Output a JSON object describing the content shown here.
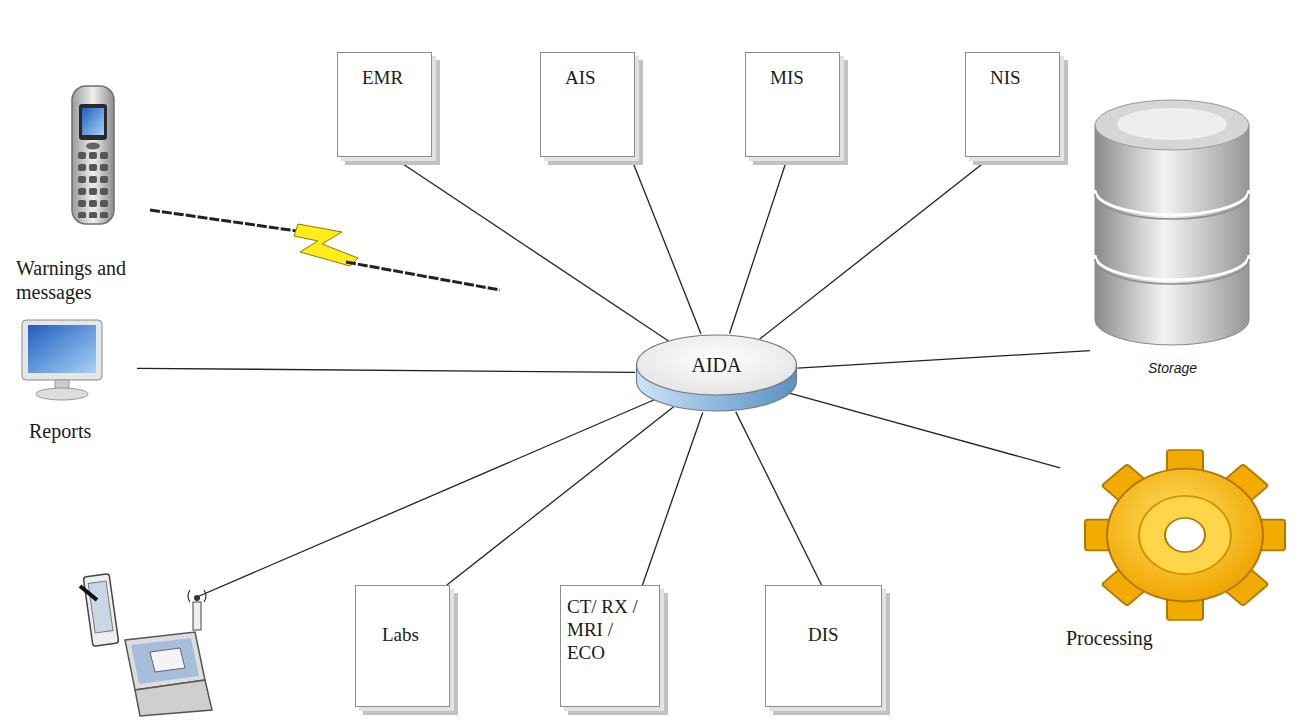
{
  "diagram": {
    "nodes": [
      {
        "text": [
          "EMR"
        ]
      },
      {
        "text": [
          "AIS"
        ]
      },
      {
        "text": [
          "MIS"
        ]
      },
      {
        "text": [
          "NIS"
        ]
      },
      {
        "text": [
          "Warnings and messages"
        ]
      },
      {
        "text": [
          "Storage"
        ]
      },
      {
        "text": [
          "AIDA"
        ]
      },
      {
        "text": [
          "Reports"
        ]
      },
      {
        "text": [
          "Processing"
        ]
      },
      {
        "text": [
          "Labs"
        ]
      },
      {
        "text": [
          "CT/ RX / MRI / ECO"
        ]
      },
      {
        "text": [
          "DIS"
        ]
      }
    ],
    "edges": [
      {
        "from": 6,
        "to": 0,
        "arrow": "none"
      },
      {
        "from": 6,
        "to": 1,
        "arrow": "none"
      },
      {
        "from": 6,
        "to": 2,
        "arrow": "none"
      },
      {
        "from": 6,
        "to": 3,
        "arrow": "none"
      },
      {
        "from": 6,
        "to": 5,
        "arrow": "none"
      },
      {
        "from": 6,
        "to": 7,
        "arrow": "none"
      },
      {
        "from": 6,
        "to": 8,
        "arrow": "none"
      },
      {
        "from": 6,
        "to": 9,
        "arrow": "none"
      },
      {
        "from": 6,
        "to": 10,
        "arrow": "none"
      },
      {
        "from": 6,
        "to": 11,
        "arrow": "none"
      }
    ]
  }
}
